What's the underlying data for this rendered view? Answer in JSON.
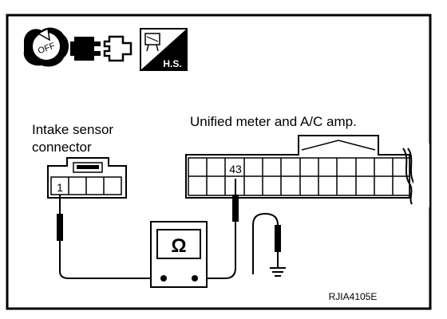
{
  "header_icons": {
    "ignition_key_text": "OFF",
    "harness_badge_text": "H.S."
  },
  "intake_sensor": {
    "label_line1": "Intake sensor",
    "label_line2": "connector",
    "terminal": "1"
  },
  "meter_amp": {
    "label": "Unified meter and A/C amp.",
    "terminal": "43"
  },
  "ohmmeter": {
    "symbol": "Ω"
  },
  "figure_code": "RJIA4105E"
}
